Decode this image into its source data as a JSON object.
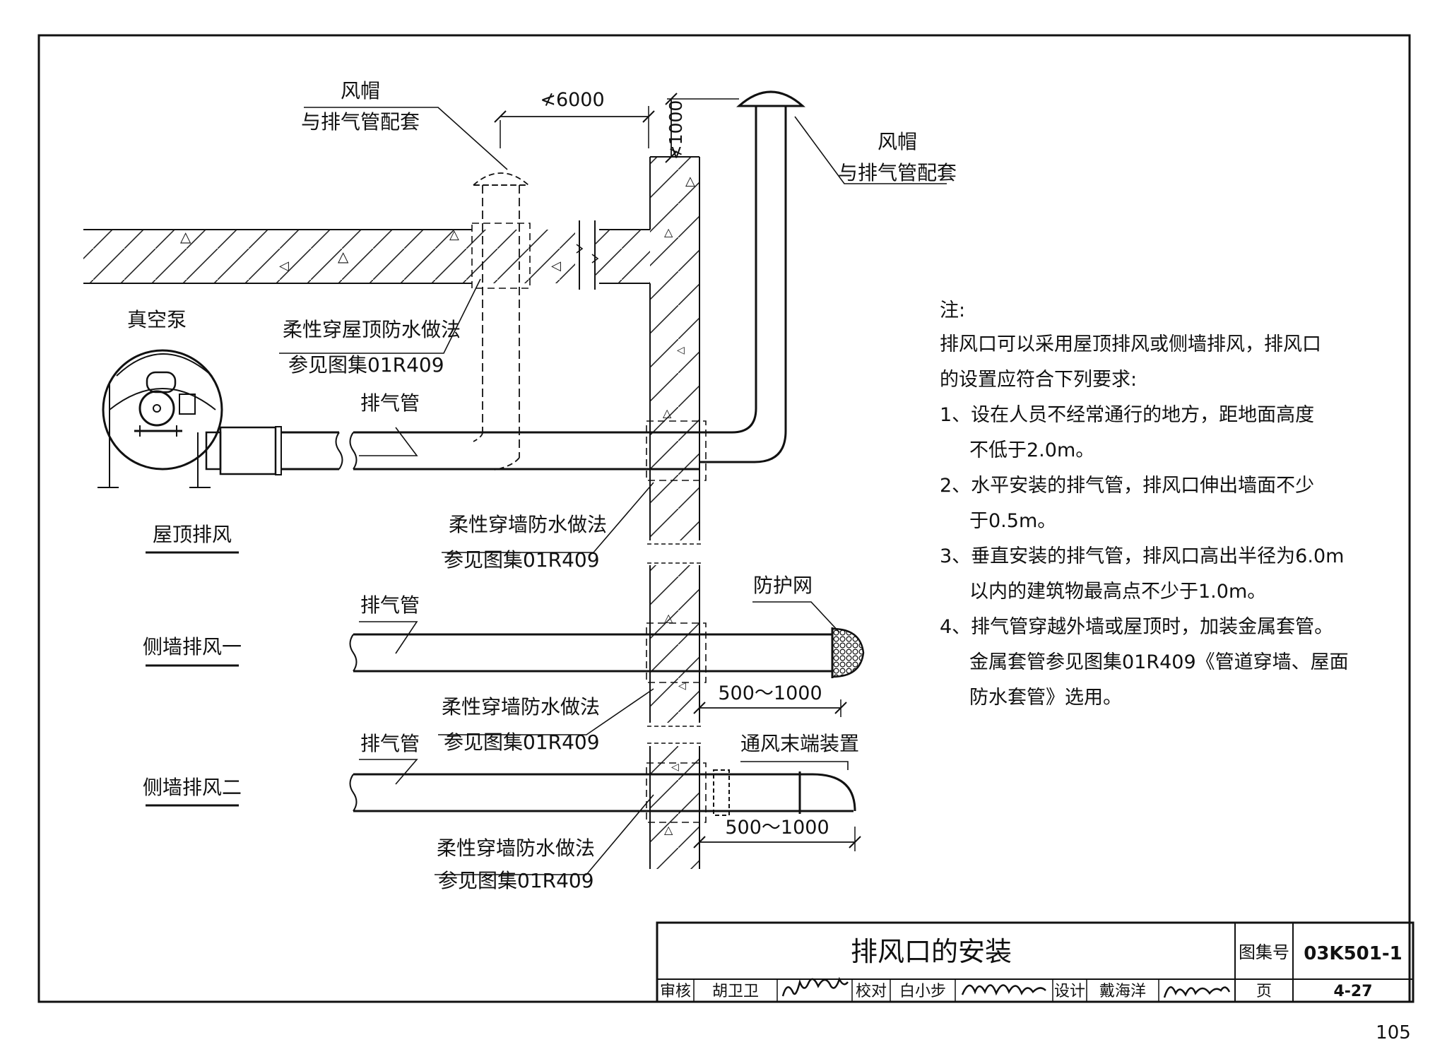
{
  "labels": {
    "cap_left_1": "风帽",
    "cap_left_2": "与排气管配套",
    "cap_right_1": "风帽",
    "cap_right_2": "与排气管配套",
    "dim_top": "≮6000",
    "dim_vert": "≮1000",
    "vacuum_pump": "真空泵",
    "roof_wp_1": "柔性穿屋顶防水做法",
    "roof_wp_2": "参见图集01R409",
    "pipe_1": "排气管",
    "wall_wp_a1": "柔性穿墙防水做法",
    "wall_wp_a2": "参见图集01R409",
    "section_roof": "屋顶排风",
    "pipe_2": "排气管",
    "section_side1": "侧墙排风一",
    "guard_net": "防护网",
    "dim_500_a": "500～1000",
    "wall_wp_b1": "柔性穿墙防水做法",
    "wall_wp_b2": "参见图集01R409",
    "pipe_3": "排气管",
    "end_device": "通风末端装置",
    "section_side2": "侧墙排风二",
    "dim_500_b": "500～1000",
    "wall_wp_c1": "柔性穿墙防水做法",
    "wall_wp_c2": "参见图集01R409"
  },
  "notes": {
    "heading": "注:",
    "line1": "排风口可以采用屋顶排风或侧墙排风，排风口",
    "line2": "的设置应符合下列要求:",
    "line3": "1、设在人员不经常通行的地方，距地面高度",
    "line4": "不低于2.0m。",
    "line5": "2、水平安装的排气管，排风口伸出墙面不少",
    "line6": "于0.5m。",
    "line7": "3、垂直安装的排气管，排风口高出半径为6.0m",
    "line8": "以内的建筑物最高点不少于1.0m。",
    "line9": "4、排气管穿越外墙或屋顶时，加装金属套管。",
    "line10": "金属套管参见图集01R409《管道穿墙、屋面",
    "line11": "防水套管》选用。"
  },
  "title_block": {
    "title": "排风口的安装",
    "atlas_label": "图集号",
    "atlas_no": "03K501-1",
    "review_label": "审核",
    "reviewer": "胡卫卫",
    "check_label": "校对",
    "checker": "白小步",
    "design_label": "设计",
    "designer": "戴海洋",
    "page_label": "页",
    "page_no": "4-27"
  },
  "page_number": "105"
}
